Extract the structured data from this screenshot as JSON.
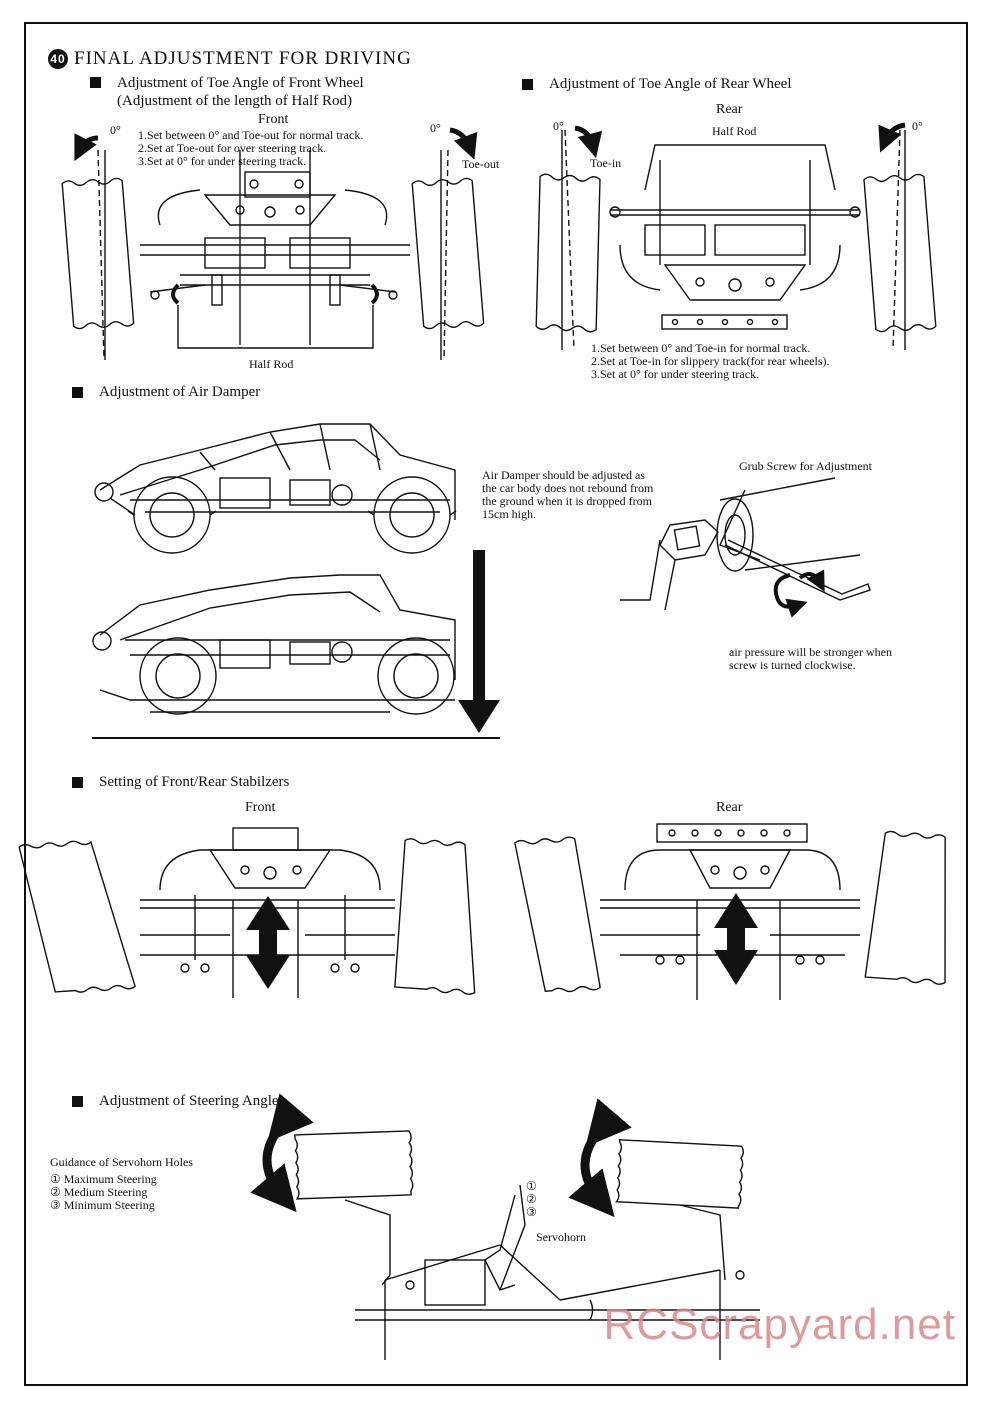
{
  "title": {
    "step": "40",
    "text": "FINAL ADJUSTMENT FOR DRIVING"
  },
  "toe_front": {
    "heading": "Adjustment of Toe Angle of Front Wheel",
    "subheading": "(Adjustment of the length of Half Rod)",
    "front_label": "Front",
    "notes": [
      "1.Set between 0° and Toe-out for normal track.",
      "2.Set at Toe-out for over steering track.",
      "3.Set at 0° for under steering track."
    ],
    "deg_left": "0°",
    "deg_right": "0°",
    "toe_out": "Toe-out",
    "half_rod": "Half Rod"
  },
  "toe_rear": {
    "heading": "Adjustment of Toe Angle of Rear Wheel",
    "rear_label": "Rear",
    "half_rod": "Half Rod",
    "toe_in": "Toe-in",
    "deg_left": "0°",
    "deg_right": "0°",
    "notes": [
      "1.Set between 0° and Toe-in for normal track.",
      "2.Set at Toe-in for slippery track(for rear wheels).",
      "3.Set at 0° for under steering track."
    ]
  },
  "air_damper": {
    "heading": "Adjustment of Air Damper",
    "description": [
      "Air Damper should be adjusted as",
      "the car body does not rebound from",
      "the ground when it is dropped from",
      "15cm high."
    ],
    "grub_screw": "Grub Screw for Adjustment",
    "pressure_note": [
      "air pressure will be stronger when",
      "screw is turned clockwise."
    ]
  },
  "stabilizers": {
    "heading": "Setting of Front/Rear Stabilzers",
    "front_label": "Front",
    "rear_label": "Rear"
  },
  "steering": {
    "heading": "Adjustment of Steering Angle",
    "guidance_title": "Guidance of Servohorn Holes",
    "items": [
      {
        "num": "①",
        "label": "Maximum Steering"
      },
      {
        "num": "②",
        "label": "Medium Steering"
      },
      {
        "num": "③",
        "label": "Minimum Steering"
      }
    ],
    "hole_marks": [
      "①",
      "②",
      "③"
    ],
    "servohorn": "Servohorn"
  },
  "watermark": "RCScrapyard.net"
}
